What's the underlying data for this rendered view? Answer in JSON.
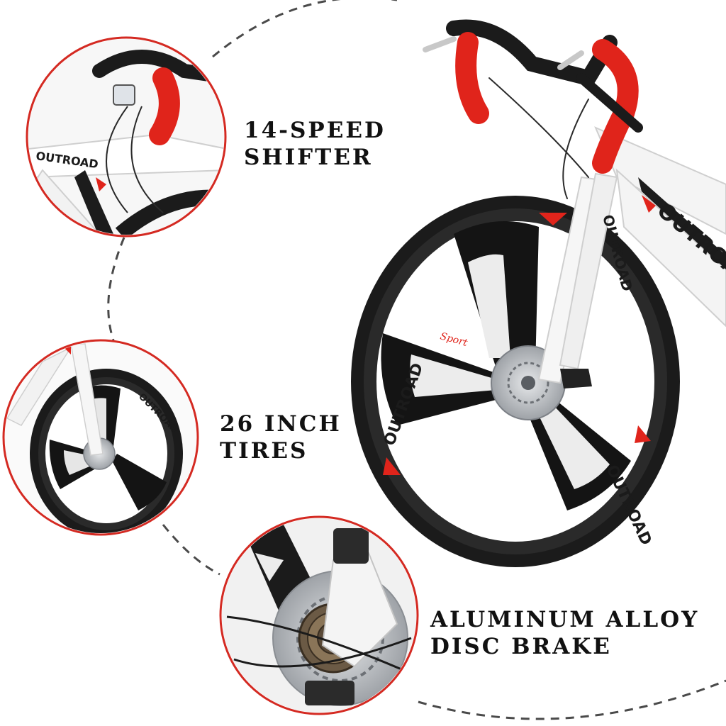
{
  "features": [
    {
      "id": "shifter",
      "lines": [
        "14-SPEED",
        "SHIFTER"
      ]
    },
    {
      "id": "tires",
      "lines": [
        "26 INCH",
        "TIRES"
      ]
    },
    {
      "id": "brake",
      "lines": [
        "ALUMINUM ALLOY",
        "DISC BRAKE"
      ]
    }
  ],
  "wheel_branding": {
    "brand": "OUTROAD",
    "model": "Sport"
  },
  "colors": {
    "accent": "#e0241b",
    "frame": "#f4f4f4",
    "tire": "#1b1b1b",
    "rim": "#2a2a2a",
    "disc": "#b9bcc0",
    "dashed_guide": "#4a4a4a",
    "circle_border": "#d42a22",
    "label_text": "#111111"
  }
}
